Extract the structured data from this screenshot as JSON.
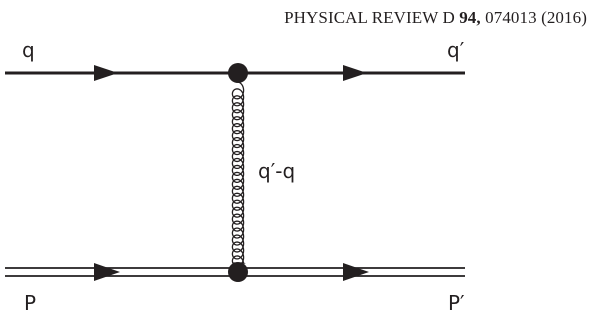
{
  "header": {
    "journal": "PHYSICAL REVIEW D",
    "volume": "94,",
    "article_year": "074013 (2016)"
  },
  "diagram": {
    "labels": {
      "incoming_quark": "q",
      "outgoing_quark": "q′",
      "gluon_momentum": "q′-q",
      "incoming_proton": "P",
      "outgoing_proton": "P′"
    },
    "colors": {
      "line": "#231f20"
    }
  }
}
